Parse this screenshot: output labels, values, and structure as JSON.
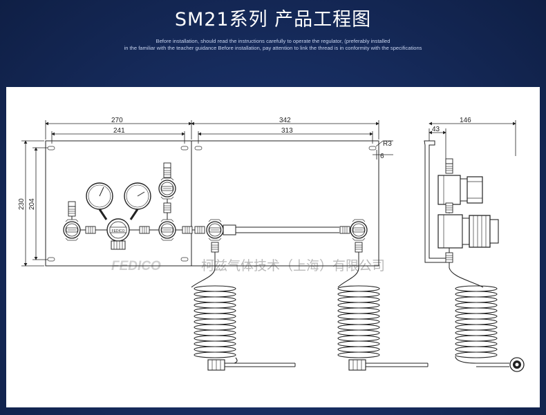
{
  "header": {
    "title": "SM21系列  产品工程图",
    "subtitle_line1": "Before installation, should read the instructions carefully to operate the regulator, (preferably installed",
    "subtitle_line2": "in the familiar with the teacher guidance Before installation, pay attention to link the thread is in conformity with the specifications"
  },
  "drawing": {
    "dim_top_left_outer": "270",
    "dim_top_left_inner": "241",
    "dim_top_right_outer": "342",
    "dim_top_right_inner": "313",
    "dim_radius": "R3",
    "dim_slot": "6",
    "dim_height_outer": "230",
    "dim_height_inner": "204",
    "dim_side_total": "146",
    "dim_side_offset": "43",
    "gauge_brand": "FEDICO"
  },
  "watermark": {
    "brand": "FEDICO",
    "company": "柯兹气体技术（上海）有限公司"
  },
  "colors": {
    "background": "#162b5c",
    "panel": "#ffffff",
    "line": "#222222"
  }
}
